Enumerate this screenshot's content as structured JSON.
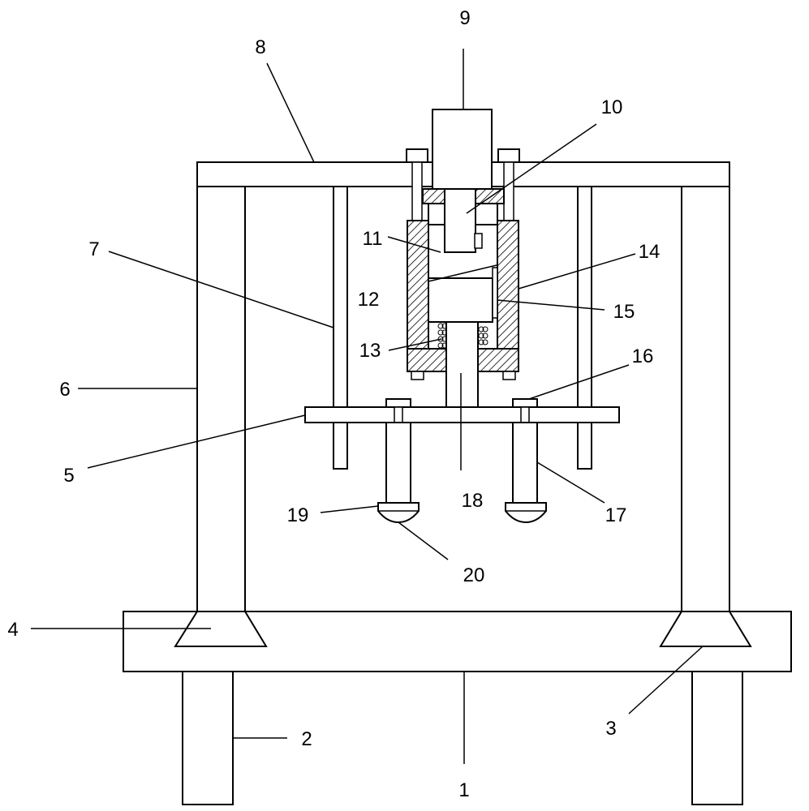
{
  "colors": {
    "line": "#000000",
    "background": "#ffffff",
    "hatch": "#000000"
  },
  "labels": [
    {
      "id": "1",
      "text": "1"
    },
    {
      "id": "2",
      "text": "2"
    },
    {
      "id": "3",
      "text": "3"
    },
    {
      "id": "4",
      "text": "4"
    },
    {
      "id": "5",
      "text": "5"
    },
    {
      "id": "6",
      "text": "6"
    },
    {
      "id": "7",
      "text": "7"
    },
    {
      "id": "8",
      "text": "8"
    },
    {
      "id": "9",
      "text": "9"
    },
    {
      "id": "10",
      "text": "10"
    },
    {
      "id": "11",
      "text": "11"
    },
    {
      "id": "12",
      "text": "12"
    },
    {
      "id": "13",
      "text": "13"
    },
    {
      "id": "14",
      "text": "14"
    },
    {
      "id": "15",
      "text": "15"
    },
    {
      "id": "16",
      "text": "16"
    },
    {
      "id": "17",
      "text": "17"
    },
    {
      "id": "18",
      "text": "18"
    },
    {
      "id": "19",
      "text": "19"
    },
    {
      "id": "20",
      "text": "20"
    }
  ]
}
